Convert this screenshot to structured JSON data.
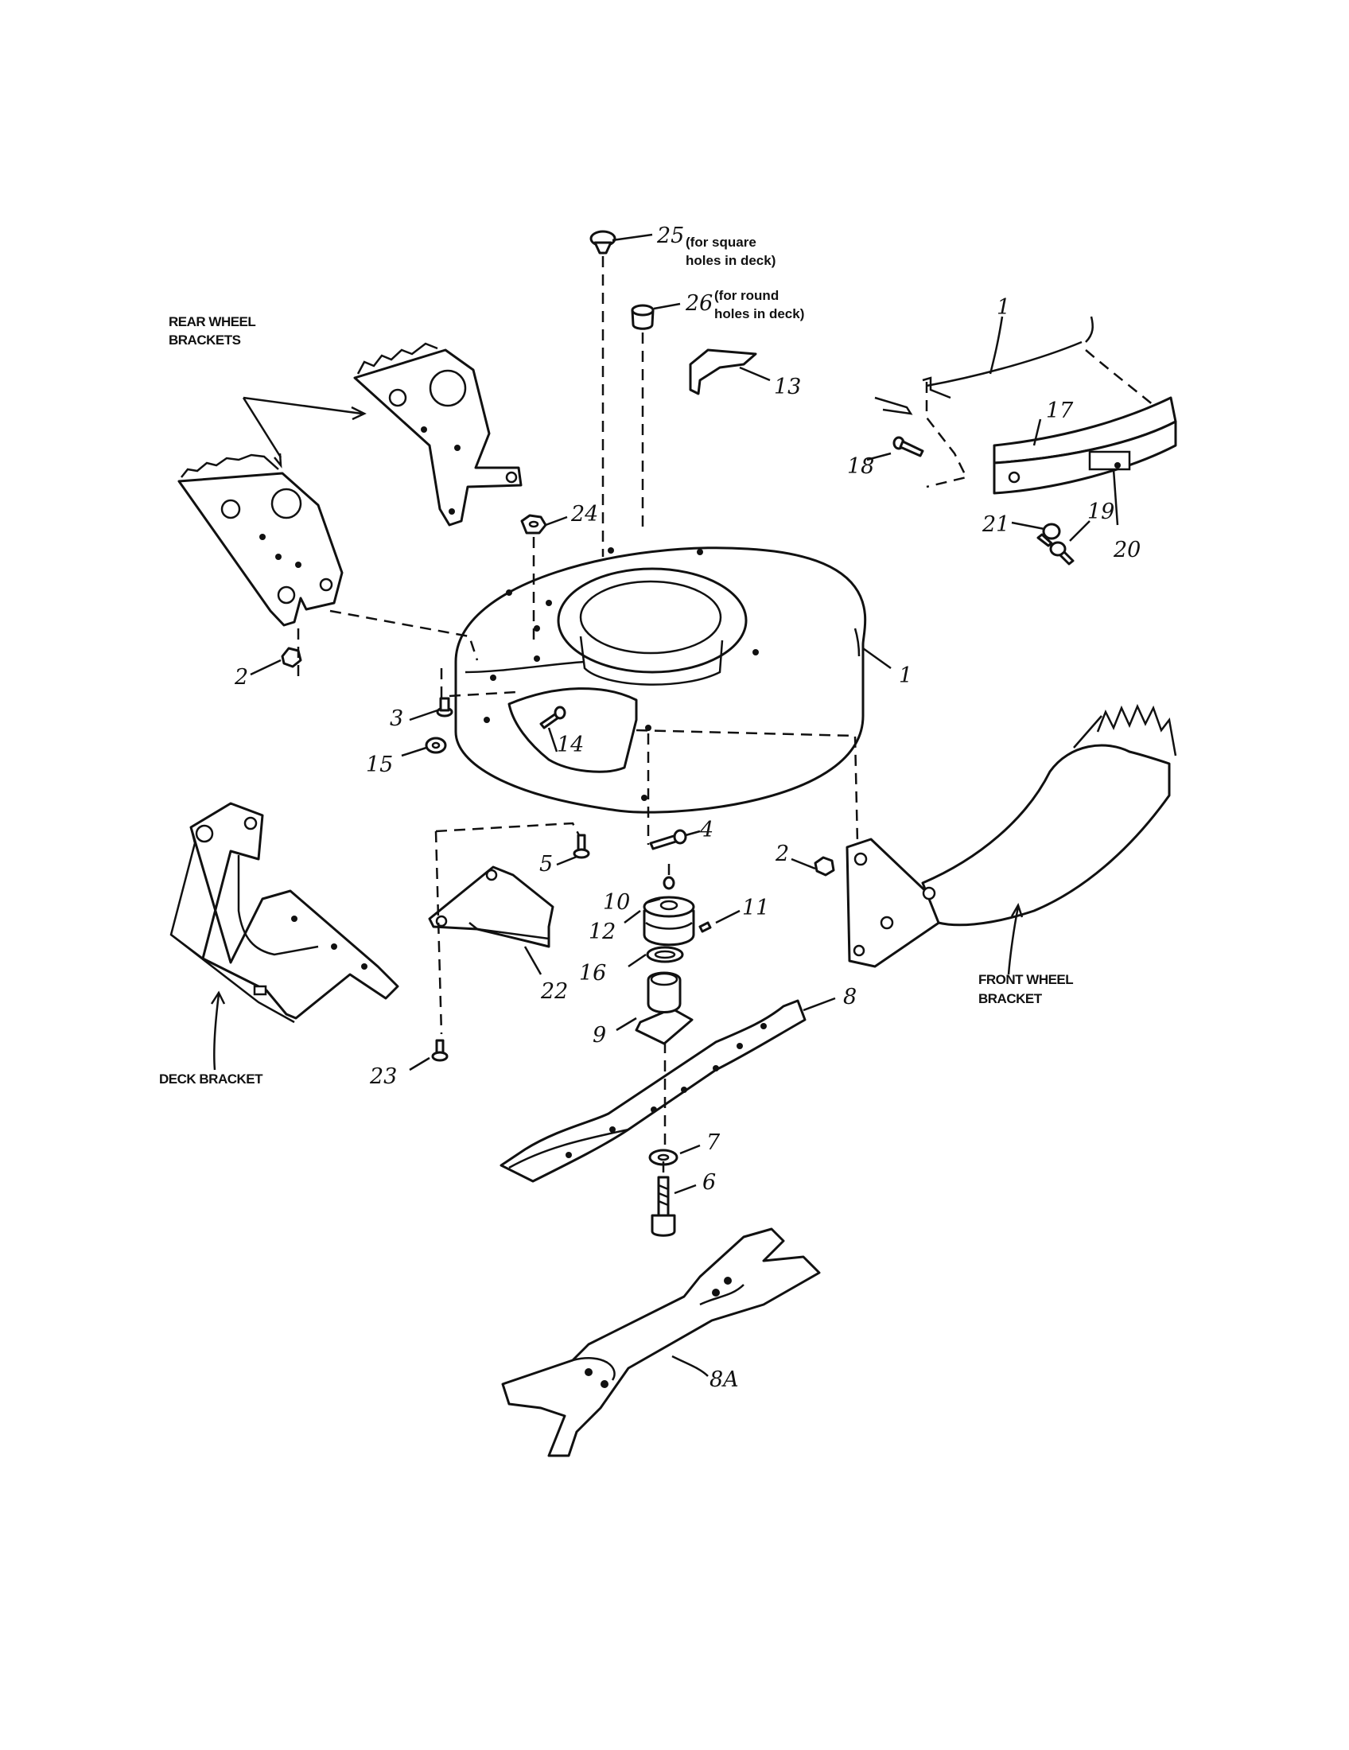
{
  "labels": {
    "rear_wheel_brackets": [
      "REAR WHEEL",
      "BRACKETS"
    ],
    "front_wheel_bracket": [
      "FRONT WHEEL",
      "BRACKET"
    ],
    "deck_bracket": "DECK BRACKET"
  },
  "notes": {
    "n25": [
      "(for square",
      "holes in deck)"
    ],
    "n26": [
      "(for round",
      "holes in deck)"
    ]
  },
  "callouts": {
    "c1_top": "1",
    "c1_deck": "1",
    "c2_left": "2",
    "c2_right": "2",
    "c3": "3",
    "c4": "4",
    "c5": "5",
    "c6": "6",
    "c7": "7",
    "c8": "8",
    "c8a": "8A",
    "c9": "9",
    "c10": "10",
    "c11": "11",
    "c12": "12",
    "c13": "13",
    "c14": "14",
    "c15": "15",
    "c16": "16",
    "c17": "17",
    "c18": "18",
    "c19": "19",
    "c20": "20",
    "c21": "21",
    "c22": "22",
    "c23": "23",
    "c24": "24",
    "c25": "25",
    "c26": "26"
  }
}
